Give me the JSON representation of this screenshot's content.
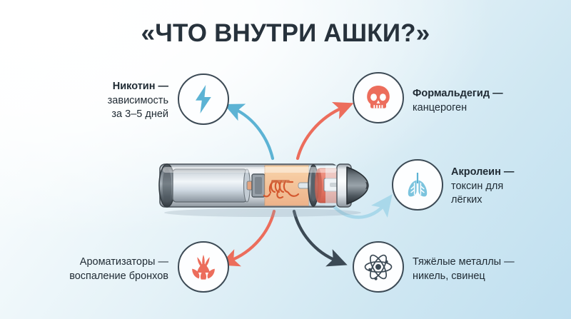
{
  "infographic": {
    "title": "«ЧТО ВНУТРИ АШКИ?»",
    "subject": "vape-device-cutaway",
    "background": {
      "from": "#fdfefe",
      "to": "#bfdff0"
    },
    "palette": {
      "blue": "#5cb3d4",
      "light_blue": "#a9d8ea",
      "coral": "#ec6d5c",
      "dark": "#3c4a55",
      "text": "#1f2a33"
    }
  },
  "items": [
    {
      "id": "nicotine",
      "icon": "lightning-bolt-icon",
      "icon_color": "#5cb3d4",
      "lines": [
        "Никотин —",
        "зависимость",
        "за 3–5 дней"
      ],
      "head_bold": true,
      "align": "right",
      "arrow_color": "#5cb3d4",
      "arrow_direction": "up-left"
    },
    {
      "id": "formaldehyde",
      "icon": "skull-icon",
      "icon_color": "#ec6d5c",
      "lines": [
        "Формальдегид —",
        "канцероген"
      ],
      "head_bold": true,
      "align": "left",
      "arrow_color": "#ec6d5c",
      "arrow_direction": "up-right"
    },
    {
      "id": "acrolein",
      "icon": "lungs-icon",
      "icon_color": "#5cb3d4",
      "lines": [
        "Акролеин —",
        "токсин для",
        "лёгких"
      ],
      "head_bold": true,
      "align": "left",
      "arrow_color": "#a9d8ea",
      "arrow_direction": "right"
    },
    {
      "id": "heavy-metals",
      "icon": "atom-icon",
      "icon_color": "#3c4a55",
      "lines": [
        "Тяжёлые металлы —",
        "никель, свинец"
      ],
      "head_bold": false,
      "align": "left",
      "arrow_color": "#3c4a55",
      "arrow_direction": "down-right"
    },
    {
      "id": "flavorings",
      "icon": "flower-icon",
      "icon_color": "#ec6d5c",
      "lines": [
        "Ароматизаторы —",
        "воспаление бронхов"
      ],
      "head_bold": false,
      "align": "right",
      "arrow_color": "#ec6d5c",
      "arrow_direction": "down-left"
    }
  ],
  "device": {
    "name": "vape-device-cutaway",
    "parts": [
      "battery",
      "coil",
      "e-liquid-chamber",
      "mouthpiece"
    ]
  }
}
